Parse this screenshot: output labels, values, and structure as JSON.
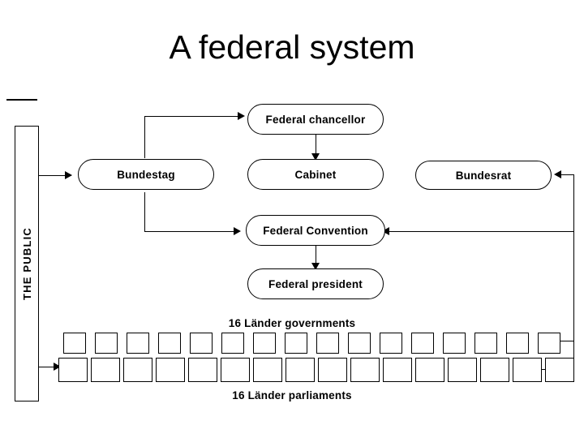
{
  "slide": {
    "title": "A federal system",
    "background_color": "#ffffff",
    "line_color": "#000000"
  },
  "diagram": {
    "type": "flowchart",
    "public_column": {
      "label": "THE PUBLIC",
      "orientation": "vertical-rotated"
    },
    "nodes": [
      {
        "id": "federal-chancellor",
        "label": "Federal chancellor"
      },
      {
        "id": "bundestag",
        "label": "Bundestag"
      },
      {
        "id": "cabinet",
        "label": "Cabinet"
      },
      {
        "id": "bundesrat",
        "label": "Bundesrat"
      },
      {
        "id": "federal-convention",
        "label": "Federal Convention"
      },
      {
        "id": "federal-president",
        "label": "Federal president"
      }
    ],
    "lander": {
      "governments_label": "16 Länder governments",
      "parliaments_label": "16 Länder parliaments",
      "count": 16
    },
    "edges": [
      {
        "from": "the-public",
        "to": "bundestag"
      },
      {
        "from": "bundestag",
        "to": "federal-chancellor"
      },
      {
        "from": "federal-chancellor",
        "to": "cabinet"
      },
      {
        "from": "bundestag",
        "to": "federal-convention"
      },
      {
        "from": "federal-convention",
        "to": "federal-president"
      },
      {
        "from": "the-public",
        "to": "lander-parliaments"
      },
      {
        "from": "lander-governments",
        "to": "bundesrat"
      },
      {
        "from": "lander-governments",
        "to": "federal-convention"
      }
    ]
  }
}
